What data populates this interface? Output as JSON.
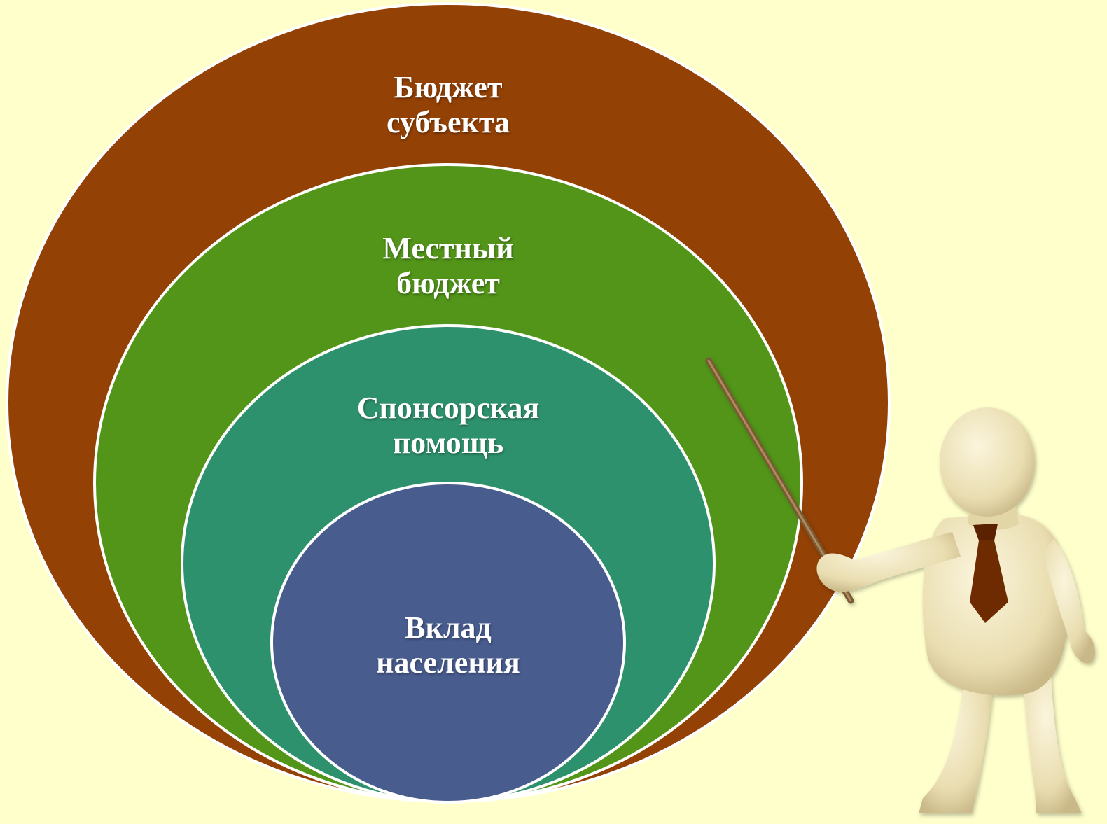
{
  "diagram": {
    "layers": [
      {
        "id": "outer",
        "line1": "Бюджет",
        "line2": "субъекта",
        "color": "#934105"
      },
      {
        "id": "second",
        "line1": "Местный",
        "line2": "бюджет",
        "color": "#529519"
      },
      {
        "id": "third",
        "line1": "Спонсорская",
        "line2": "помощь",
        "color": "#2E916D"
      },
      {
        "id": "inner",
        "line1": "Вклад",
        "line2": "населения",
        "color": "#485C8E"
      }
    ]
  },
  "colors": {
    "background": "#FFFFCC",
    "outline": "#FFFFFF",
    "figure_body": "#EFE6C0",
    "tie": "#6E2A00",
    "pointer": "#8C6A42"
  },
  "figure": {
    "description_icon": "presenter-figure-icon"
  }
}
